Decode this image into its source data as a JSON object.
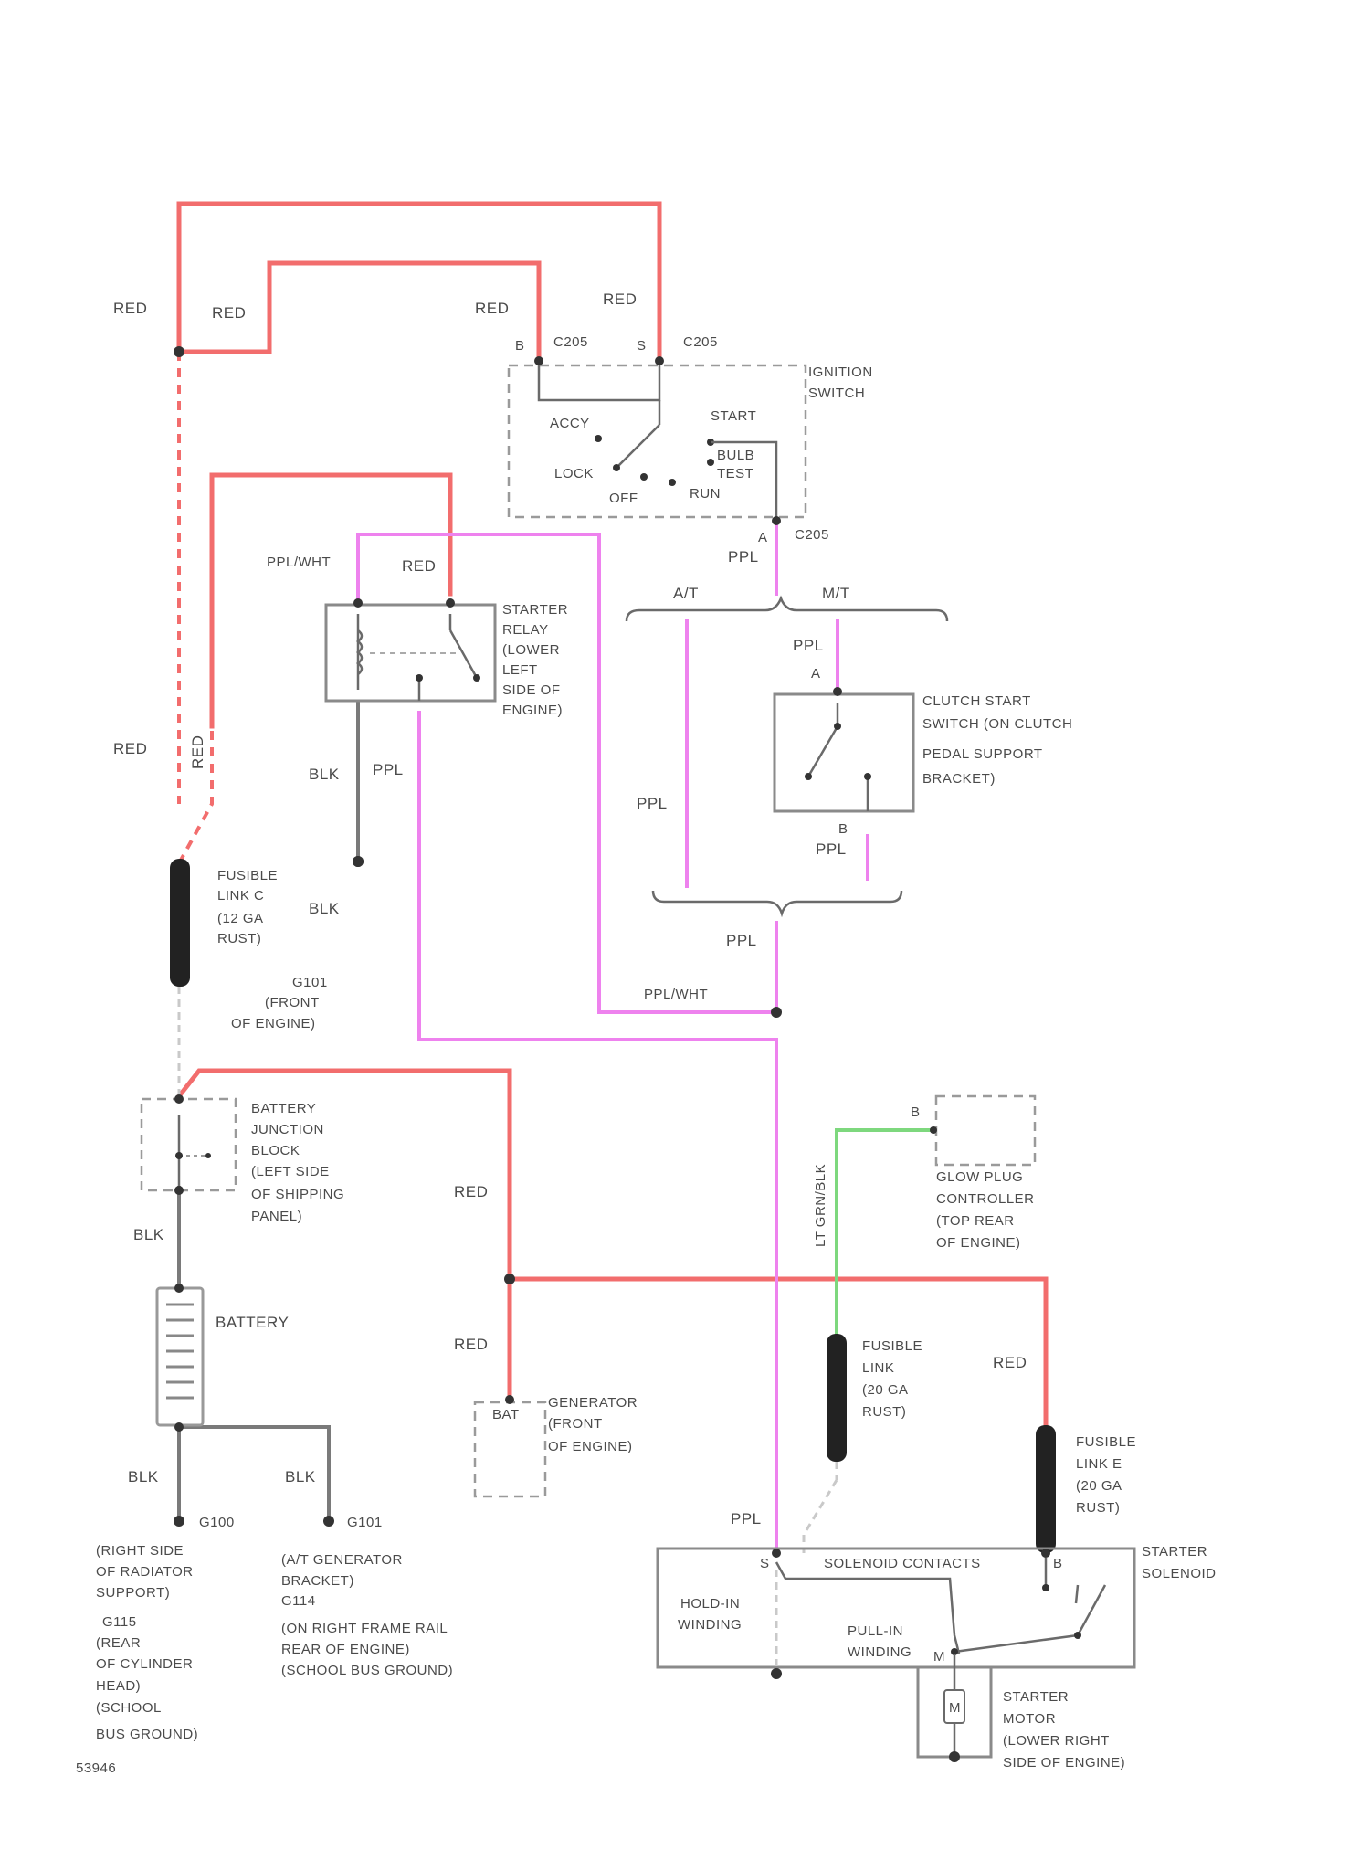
{
  "colors": {
    "red_wire": "#f26d6d",
    "purple_wire": "#ee82ee",
    "black_wire": "#7a7a7a",
    "green_wire": "#7ed87e",
    "text": "#4a4a4a"
  },
  "wire_labels": {
    "red": "RED",
    "ppl": "PPL",
    "blk": "BLK",
    "ppl_wht": "PPL/WHT",
    "lt_grn_blk": "LT GRN/BLK"
  },
  "ignition_switch": {
    "title": [
      "IGNITION",
      "SWITCH"
    ],
    "terminal_b": "B",
    "terminal_s": "S",
    "terminal_a": "A",
    "conn_label": "C205",
    "positions": {
      "accy": "ACCY",
      "lock": "LOCK",
      "off": "OFF",
      "run": "RUN",
      "start": "START",
      "bulb_test": [
        "BULB",
        "TEST"
      ]
    }
  },
  "transmission_branch": {
    "auto": "A/T",
    "manual": "M/T"
  },
  "starter_relay": {
    "title": [
      "STARTER",
      "RELAY",
      "(LOWER",
      "LEFT",
      "SIDE OF",
      "ENGINE)"
    ]
  },
  "clutch_switch": {
    "title": [
      "CLUTCH START",
      "SWITCH (ON CLUTCH",
      "PEDAL SUPPORT",
      "BRACKET)"
    ],
    "terminal_a": "A",
    "terminal_b": "B"
  },
  "fusible_link_c": {
    "title": [
      "FUSIBLE",
      "LINK C",
      "(12 GA",
      "RUST)"
    ]
  },
  "ground_g101": {
    "title": [
      "G101",
      "(FRONT",
      "OF ENGINE)"
    ]
  },
  "battery_junction": {
    "title": [
      "BATTERY",
      "JUNCTION",
      "BLOCK",
      "(LEFT SIDE",
      "OF SHIPPING",
      "PANEL)"
    ]
  },
  "battery": {
    "title": "BATTERY"
  },
  "glow_plug_controller": {
    "terminal": "B",
    "title": [
      "GLOW PLUG",
      "CONTROLLER",
      "(TOP REAR",
      "OF ENGINE)"
    ]
  },
  "generator": {
    "terminal": "BAT",
    "title": [
      "GENERATOR",
      "(FRONT",
      "OF ENGINE)"
    ]
  },
  "fusible_link_mid": {
    "title": [
      "FUSIBLE",
      "LINK",
      "(20 GA",
      "RUST)"
    ]
  },
  "fusible_link_e": {
    "title": [
      "FUSIBLE",
      "LINK E",
      "(20 GA",
      "RUST)"
    ]
  },
  "starter_solenoid": {
    "title": [
      "STARTER",
      "SOLENOID"
    ],
    "contacts": "SOLENOID CONTACTS",
    "hold_in": [
      "HOLD-IN",
      "WINDING"
    ],
    "pull_in": [
      "PULL-IN",
      "WINDING"
    ],
    "terminal_s": "S",
    "terminal_b": "B",
    "terminal_m": "M"
  },
  "starter_motor": {
    "symbol": "M",
    "title": [
      "STARTER",
      "MOTOR",
      "(LOWER RIGHT",
      "SIDE OF ENGINE)"
    ]
  },
  "grounds": {
    "g100": "G100",
    "g101": "G101",
    "left_notes": [
      "(RIGHT SIDE",
      "OF RADIATOR",
      "SUPPORT)",
      "G115",
      "(REAR",
      "OF CYLINDER",
      "HEAD)",
      "(SCHOOL",
      "BUS GROUND)"
    ],
    "right_notes": [
      "(A/T GENERATOR",
      "BRACKET)",
      "G114",
      "(ON RIGHT FRAME RAIL",
      "REAR OF ENGINE)",
      "(SCHOOL BUS GROUND)"
    ]
  },
  "figure_id": "53946"
}
